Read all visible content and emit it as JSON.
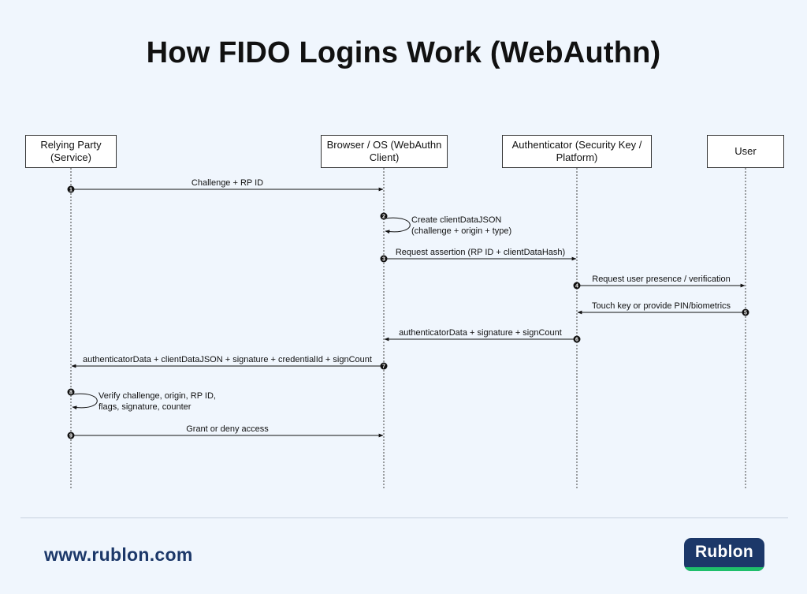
{
  "title": "How FIDO Logins Work (WebAuthn)",
  "lifelines": [
    {
      "id": "rp",
      "label": "Relying Party (Service)"
    },
    {
      "id": "browser",
      "label": "Browser / OS (WebAuthn Client)"
    },
    {
      "id": "auth",
      "label": "Authenticator (Security Key / Platform)"
    },
    {
      "id": "user",
      "label": "User"
    }
  ],
  "messages": [
    {
      "step": "1",
      "from": "rp",
      "to": "browser",
      "label": "Challenge + RP ID"
    },
    {
      "step": "2",
      "from": "browser",
      "to": "browser",
      "label": "Create clientDataJSON\n(challenge + origin + type)"
    },
    {
      "step": "3",
      "from": "browser",
      "to": "auth",
      "label": "Request assertion (RP ID + clientDataHash)"
    },
    {
      "step": "4",
      "from": "auth",
      "to": "user",
      "label": "Request user presence / verification"
    },
    {
      "step": "5",
      "from": "user",
      "to": "auth",
      "label": "Touch key or provide PIN/biometrics"
    },
    {
      "step": "6",
      "from": "auth",
      "to": "browser",
      "label": "authenticatorData + signature + signCount"
    },
    {
      "step": "7",
      "from": "browser",
      "to": "rp",
      "label": "authenticatorData + clientDataJSON + signature + credentialId + signCount"
    },
    {
      "step": "8",
      "from": "rp",
      "to": "rp",
      "label": "Verify challenge, origin, RP ID,\nflags, signature, counter"
    },
    {
      "step": "9",
      "from": "rp",
      "to": "browser",
      "label": "Grant or deny access"
    }
  ],
  "footer": {
    "url": "www.rublon.com",
    "logo_text": "Rublon"
  },
  "colors": {
    "background": "#f0f6fd",
    "brand_navy": "#1c3869",
    "brand_green": "#1fbf6b"
  }
}
